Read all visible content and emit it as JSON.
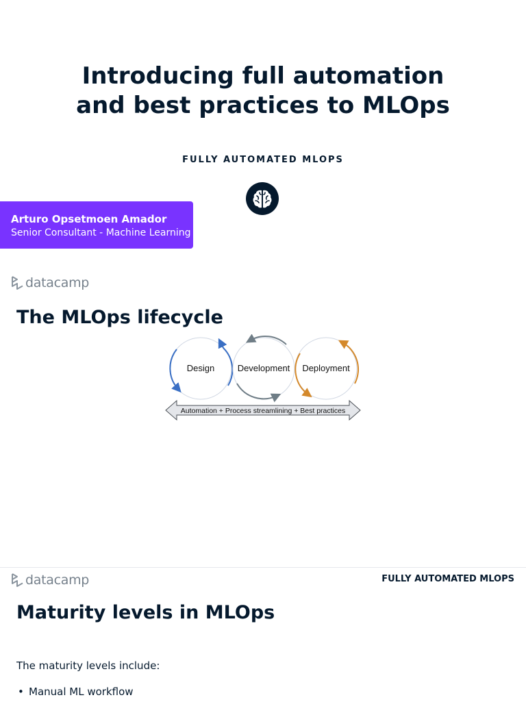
{
  "title_slide": {
    "title": "Introducing full automation and best practices to MLOps",
    "subtitle": "FULLY AUTOMATED MLOPS",
    "author_name": "Arturo Opsetmoen Amador",
    "author_role": "Senior Consultant - Machine Learning",
    "icon": "brain-icon",
    "accent_color": "#7933ff"
  },
  "lifecycle_slide": {
    "logo_text": "datacamp",
    "title": "The MLOps lifecycle",
    "diagram": {
      "stages": [
        "Design",
        "Development",
        "Deployment"
      ],
      "stage_colors": [
        "#3a6fc4",
        "#6f7d86",
        "#d4892b"
      ],
      "banner": "Automation + Process streamlining + Best practices"
    }
  },
  "maturity_slide": {
    "logo_text": "datacamp",
    "course_tag": "FULLY AUTOMATED MLOPS",
    "title": "Maturity levels in MLOps",
    "intro": "The maturity levels include:",
    "bullets": [
      "Manual ML workflow"
    ]
  }
}
